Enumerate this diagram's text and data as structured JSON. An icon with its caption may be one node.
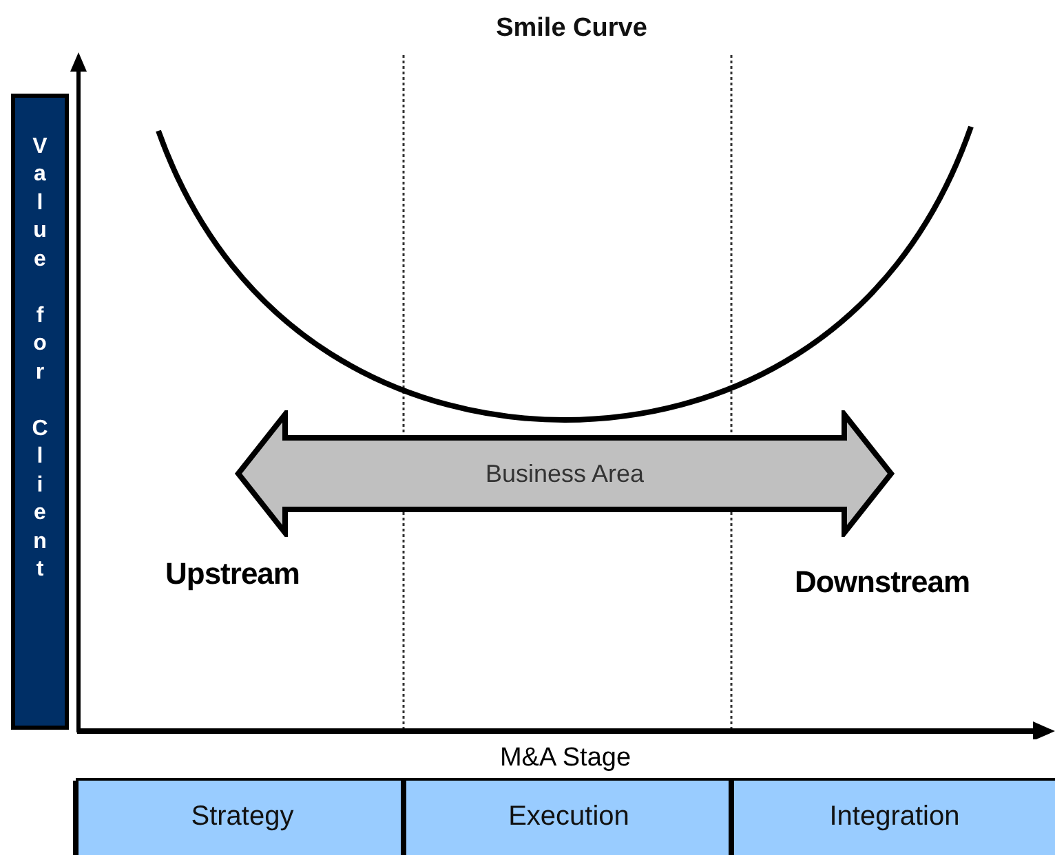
{
  "diagram": {
    "title": "Smile Curve",
    "nodes": [
      {
        "text": [
          "Value for Client"
        ]
      },
      {
        "text": [
          "Business Area"
        ]
      },
      {
        "text": [
          "M&A Stage"
        ]
      },
      {
        "text": [
          "Strategy"
        ]
      },
      {
        "text": [
          "Execution"
        ]
      },
      {
        "text": [
          "Integration"
        ]
      }
    ],
    "labels": [
      "Upstream",
      "Downstream"
    ]
  }
}
